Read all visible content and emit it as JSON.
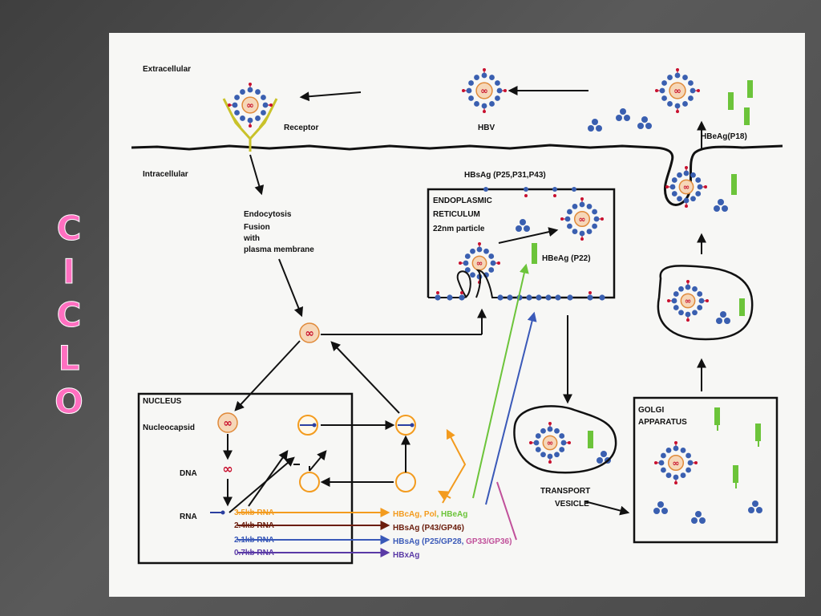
{
  "slide_title_letters": [
    "C",
    "I",
    "C",
    "L",
    "O"
  ],
  "colors": {
    "title": "#ff6fc0",
    "orange": "#f39b1e",
    "brown": "#6b1d0c",
    "blue": "#3a59b8",
    "purple": "#5a3aa6",
    "green": "#6cc43a",
    "magenta": "#c0509a",
    "capsid": "#c8102e",
    "spikes": "#3a5fb0"
  },
  "diagram": {
    "extracellular": "Extracellular",
    "intracellular": "Intracellular",
    "receptor": "Receptor",
    "hbv": "HBV",
    "hbeag_p18": "HBeAg(P18)",
    "hbsag_top": "HBsAg (P25,P31,P43)",
    "er_line1": "ENDOPLASMIC",
    "er_line2": "RETICULUM",
    "er_line3": "22nm particle",
    "hbeag_p22": "HBeAg (P22)",
    "endo_1": "Endocytosis",
    "endo_2": "Fusion",
    "endo_3": "with",
    "endo_4": "plasma membrane",
    "nucleus": "NUCLEUS",
    "nucleocapsid": "Nucleocapsid",
    "dna": "DNA",
    "rna": "RNA",
    "rna_35": "3.5kb RNA",
    "rna_24": "2.4kb RNA",
    "rna_21": "2.1kb RNA",
    "rna_07": "0.7kb RNA",
    "prod_1a": "HBcAg",
    "prod_1b": ", Pol",
    "prod_1c": ", HBeAg",
    "prod_2": "HBsAg (P43/GP46)",
    "prod_3a": "HBsAg (P25/GP28, ",
    "prod_3b": "GP33/GP36)",
    "prod_4": "HBxAg",
    "transport_1": "TRANSPORT",
    "transport_2": "VESICLE",
    "golgi_1": "GOLGI",
    "golgi_2": "APPARATUS"
  }
}
